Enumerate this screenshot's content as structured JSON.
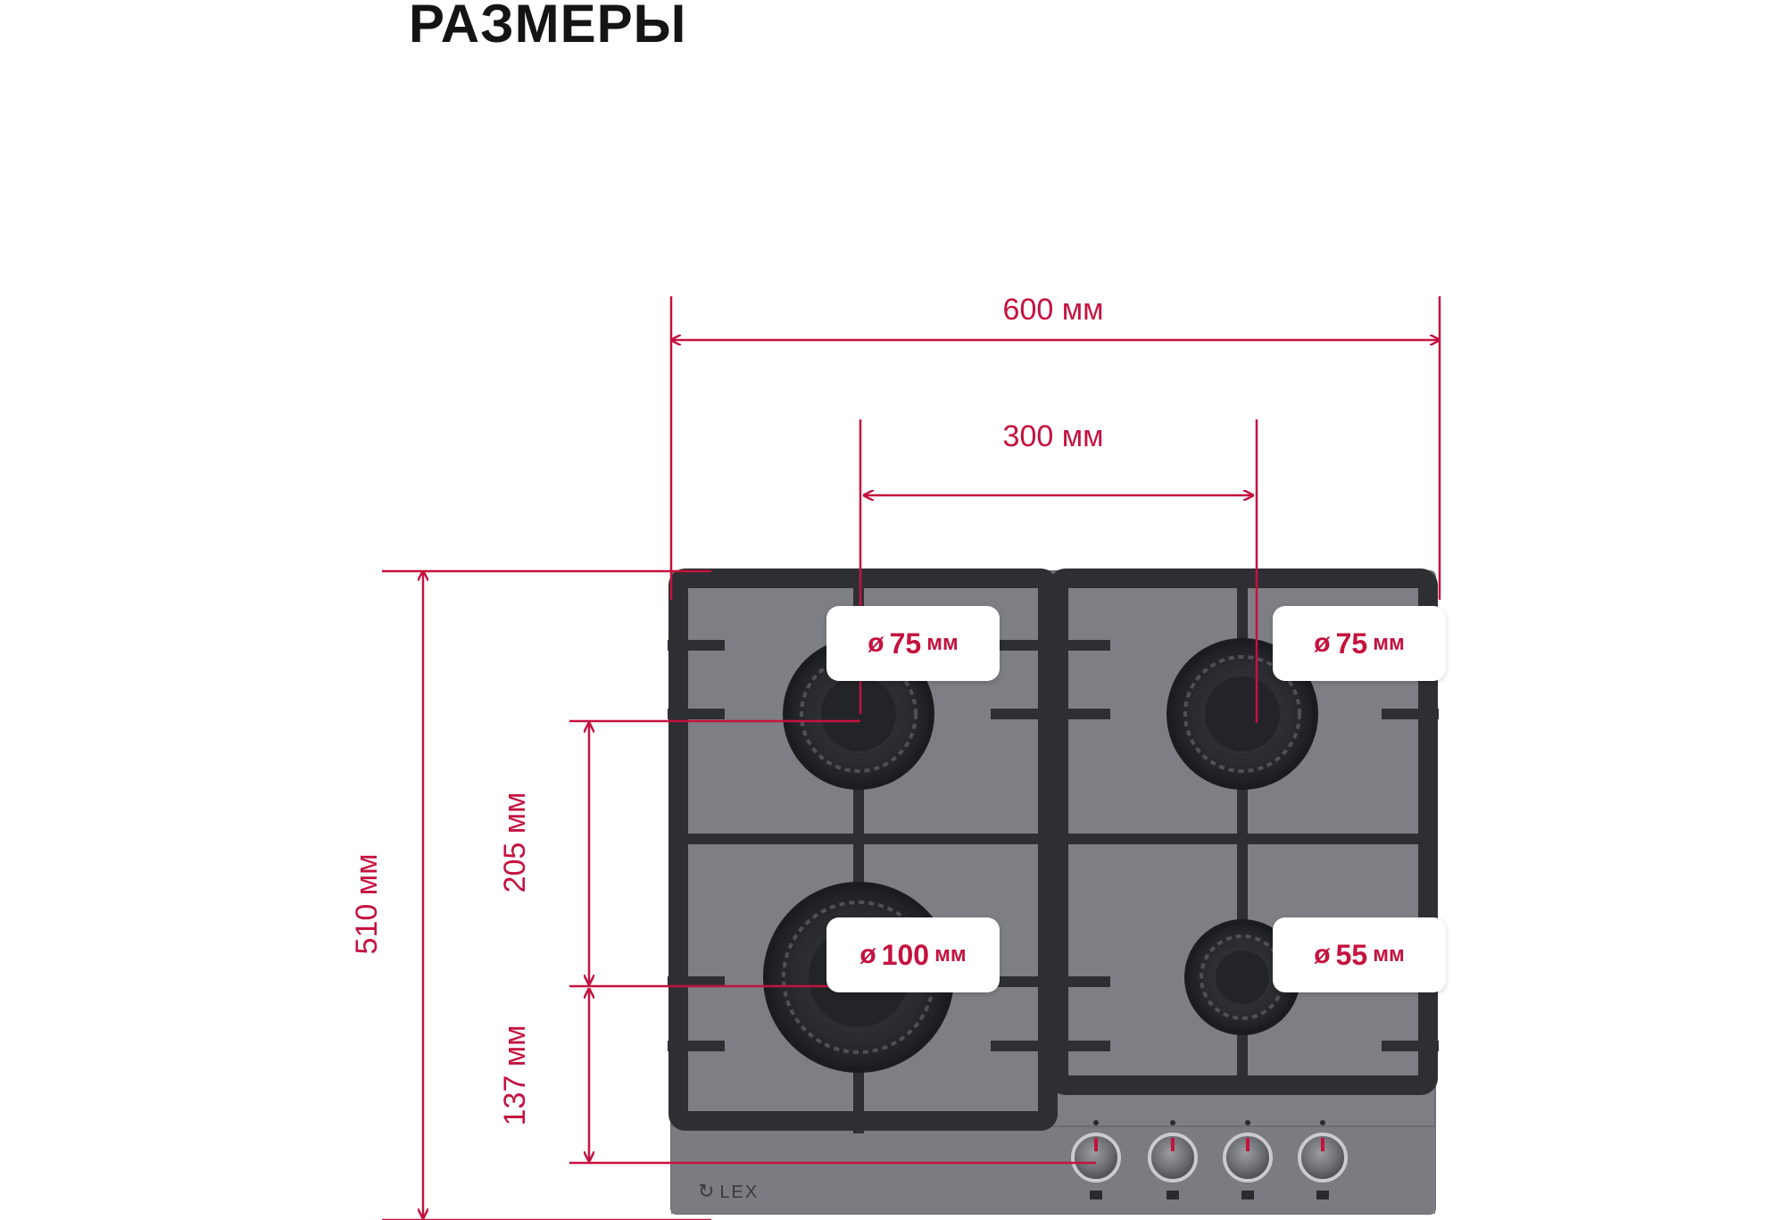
{
  "title": "РАЗМЕРЫ",
  "dimensions": {
    "width_total": "600 мм",
    "width_between_burners": "300 мм",
    "height_total": "510 мм",
    "burner_vertical_spacing": "205 мм",
    "front_burner_to_knob": "137 мм"
  },
  "burners": [
    {
      "name": "top-left",
      "symbol": "ø",
      "value": "75",
      "unit": "мм"
    },
    {
      "name": "top-right",
      "symbol": "ø",
      "value": "75",
      "unit": "мм"
    },
    {
      "name": "bottom-left",
      "symbol": "ø",
      "value": "100",
      "unit": "мм"
    },
    {
      "name": "bottom-right",
      "symbol": "ø",
      "value": "55",
      "unit": "мм"
    }
  ],
  "brand": {
    "logo_icon": "lex-logo-icon",
    "name": "LEX"
  },
  "colors": {
    "accent": "#c4123f",
    "hob_glass": "#7d7f84",
    "grate": "#2e2f33"
  }
}
